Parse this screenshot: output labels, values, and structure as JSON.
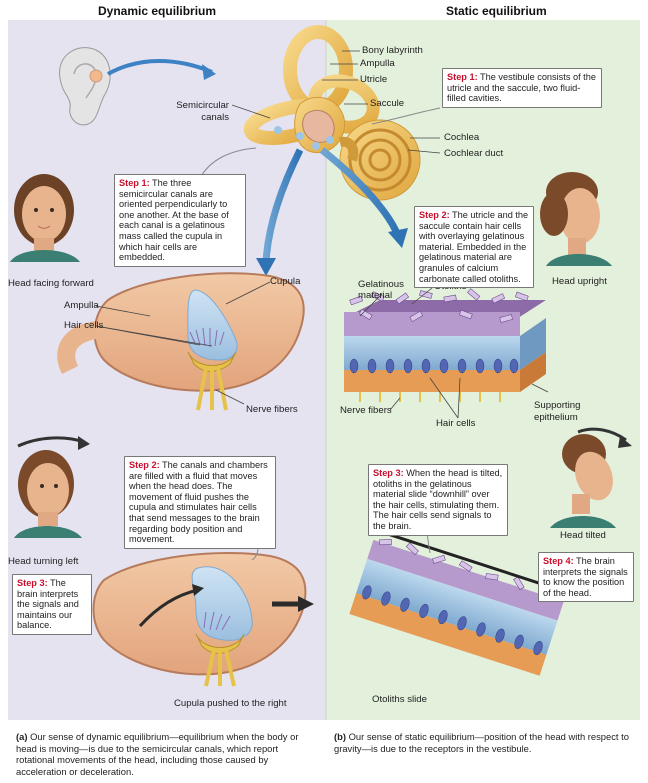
{
  "headers": {
    "dynamic": "Dynamic equilibrium",
    "static": "Static equilibrium"
  },
  "labels": {
    "bony_labyrinth": "Bony labyrinth",
    "ampulla_top": "Ampulla",
    "utricle": "Utricle",
    "saccule": "Saccule",
    "semicircular_canals": "Semicircular canals",
    "cochlea": "Cochlea",
    "cochlear_duct": "Cochlear duct",
    "head_facing_forward": "Head facing forward",
    "head_turning_left": "Head turning left",
    "head_upright": "Head upright",
    "head_tilted": "Head tilted",
    "ampulla": "Ampulla",
    "hair_cells_dynamic": "Hair cells",
    "cupula": "Cupula",
    "nerve_fibers_dynamic": "Nerve fibers",
    "cupula_pushed": "Cupula pushed to the right",
    "gelatinous_material": "Gelatinous material",
    "otoliths": "Otoliths",
    "nerve_fibers_static": "Nerve fibers",
    "hair_cells_static": "Hair cells",
    "supporting_epithelium": "Supporting epithelium",
    "otoliths_slide": "Otoliths slide"
  },
  "callouts": {
    "static_step1": {
      "step": "Step 1:",
      "text": "The vestibule consists of the utricle and the saccule, two fluid-filled cavities."
    },
    "dynamic_step1": {
      "step": "Step 1:",
      "text": "The three semicircular canals are oriented perpendicularly to one another. At the base of each canal is a gelatinous mass called the cupula in which hair cells are embedded."
    },
    "static_step2": {
      "step": "Step 2:",
      "text": "The utricle and the saccule contain hair cells with overlaying gelatinous material. Embedded in the gelatinous material are granules of calcium carbonate called otoliths."
    },
    "dynamic_step2": {
      "step": "Step 2:",
      "text": "The canals and chambers are filled with a fluid that moves when the head does. The movement of fluid pushes the cupula and stimulates hair cells that send messages to the brain regarding body position and movement."
    },
    "static_step3": {
      "step": "Step 3:",
      "text": "When the head is tilted, otoliths in the gelatinous material slide “downhill” over the hair cells, stimulating them. The hair cells send signals to the brain."
    },
    "dynamic_step3": {
      "step": "Step 3:",
      "text": "The brain interprets the signals and maintains our balance."
    },
    "static_step4": {
      "step": "Step 4:",
      "text": "The brain interprets the signals to know the position of the head."
    }
  },
  "captions": {
    "a_marker": "(a)",
    "a_text": "Our sense of dynamic equilibrium—equilibrium when the body or head is moving—is due to the semicircular canals, which report rotational movements of the head, including those caused by acceleration or deceleration.",
    "b_marker": "(b)",
    "b_text": "Our sense of static equilibrium—position of the head with respect to gravity—is due to the receptors in the vestibule."
  },
  "colors": {
    "step_label": "#c8102e",
    "dynamic_panel": "#e6e3f1",
    "static_panel": "#e3f0dc",
    "arrow_blue": "#2f73b5"
  }
}
